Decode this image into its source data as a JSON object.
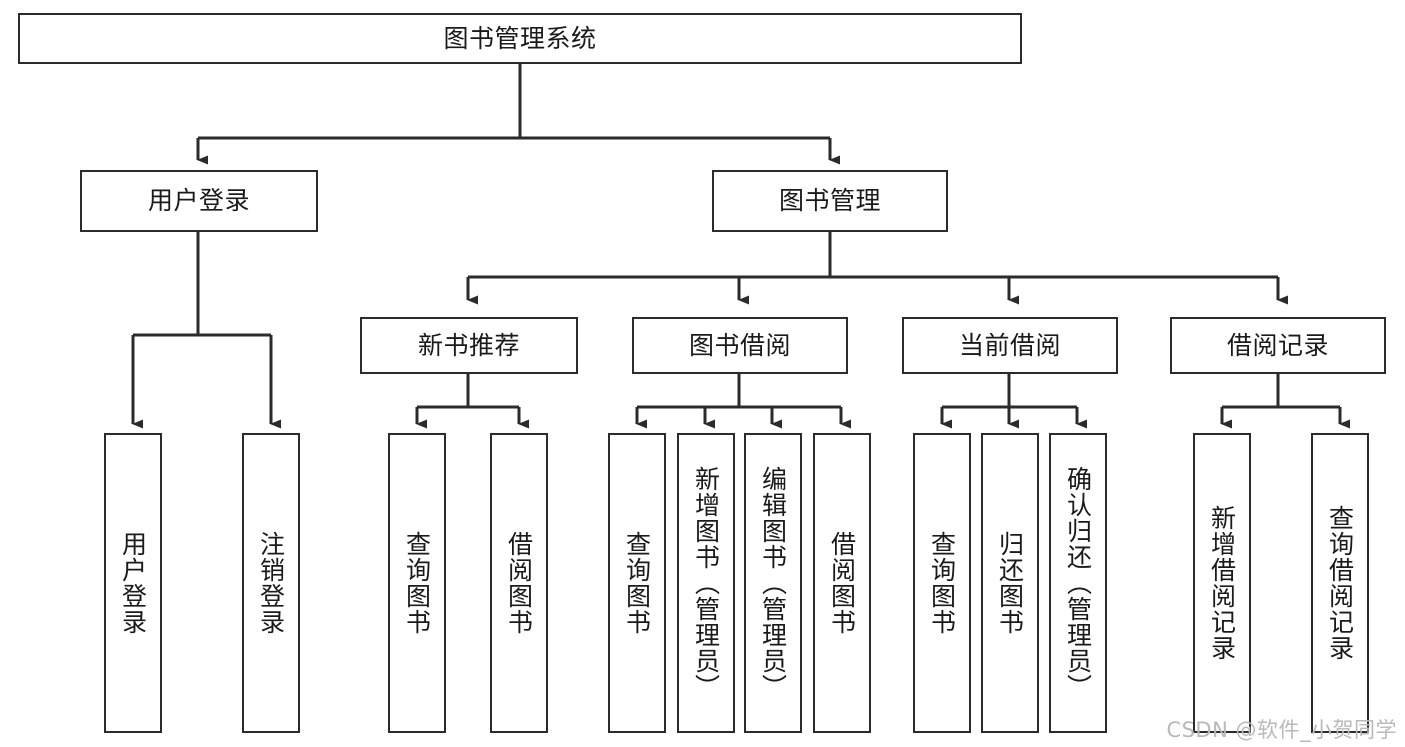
{
  "diagram": {
    "type": "tree-hierarchy",
    "title": "图书管理系统",
    "nodes": {
      "root": {
        "label": "图书管理系统"
      },
      "level1": [
        {
          "id": "user-login",
          "label": "用户登录"
        },
        {
          "id": "book-manage",
          "label": "图书管理"
        }
      ],
      "level2": [
        {
          "id": "new-book-recommend",
          "label": "新书推荐"
        },
        {
          "id": "book-borrow",
          "label": "图书借阅"
        },
        {
          "id": "current-borrow",
          "label": "当前借阅"
        },
        {
          "id": "borrow-record",
          "label": "借阅记录"
        }
      ],
      "leaves": {
        "user-login": [
          {
            "id": "leaf-user-login",
            "label": "用户登录"
          },
          {
            "id": "leaf-logout",
            "label": "注销登录"
          }
        ],
        "new-book-recommend": [
          {
            "id": "leaf-query-book-1",
            "label": "查询图书"
          },
          {
            "id": "leaf-borrow-book-1",
            "label": "借阅图书"
          }
        ],
        "book-borrow": [
          {
            "id": "leaf-query-book-2",
            "label": "查询图书"
          },
          {
            "id": "leaf-add-book",
            "label": "新增图书（管理员）"
          },
          {
            "id": "leaf-edit-book",
            "label": "编辑图书（管理员）"
          },
          {
            "id": "leaf-borrow-book-2",
            "label": "借阅图书"
          }
        ],
        "current-borrow": [
          {
            "id": "leaf-query-book-3",
            "label": "查询图书"
          },
          {
            "id": "leaf-return-book",
            "label": "归还图书"
          },
          {
            "id": "leaf-confirm-return",
            "label": "确认归还（管理员）"
          }
        ],
        "borrow-record": [
          {
            "id": "leaf-add-record",
            "label": "新增借阅记录"
          },
          {
            "id": "leaf-query-record",
            "label": "查询借阅记录"
          }
        ]
      }
    },
    "edges": [
      {
        "from": "root",
        "to": "user-login"
      },
      {
        "from": "root",
        "to": "book-manage"
      },
      {
        "from": "book-manage",
        "to": "new-book-recommend"
      },
      {
        "from": "book-manage",
        "to": "book-borrow"
      },
      {
        "from": "book-manage",
        "to": "current-borrow"
      },
      {
        "from": "book-manage",
        "to": "borrow-record"
      },
      {
        "from": "user-login",
        "to": "leaf-user-login"
      },
      {
        "from": "user-login",
        "to": "leaf-logout"
      },
      {
        "from": "new-book-recommend",
        "to": "leaf-query-book-1"
      },
      {
        "from": "new-book-recommend",
        "to": "leaf-borrow-book-1"
      },
      {
        "from": "book-borrow",
        "to": "leaf-query-book-2"
      },
      {
        "from": "book-borrow",
        "to": "leaf-add-book"
      },
      {
        "from": "book-borrow",
        "to": "leaf-edit-book"
      },
      {
        "from": "book-borrow",
        "to": "leaf-borrow-book-2"
      },
      {
        "from": "current-borrow",
        "to": "leaf-query-book-3"
      },
      {
        "from": "current-borrow",
        "to": "leaf-return-book"
      },
      {
        "from": "current-borrow",
        "to": "leaf-confirm-return"
      },
      {
        "from": "borrow-record",
        "to": "leaf-add-record"
      },
      {
        "from": "borrow-record",
        "to": "leaf-query-record"
      }
    ],
    "colors": {
      "stroke": "#2b2b2b",
      "fill": "#ffffff",
      "text": "#1a1a1a",
      "watermark": "#b9b9b9"
    }
  },
  "watermark": {
    "text": "CSDN @软件_小贺同学"
  }
}
